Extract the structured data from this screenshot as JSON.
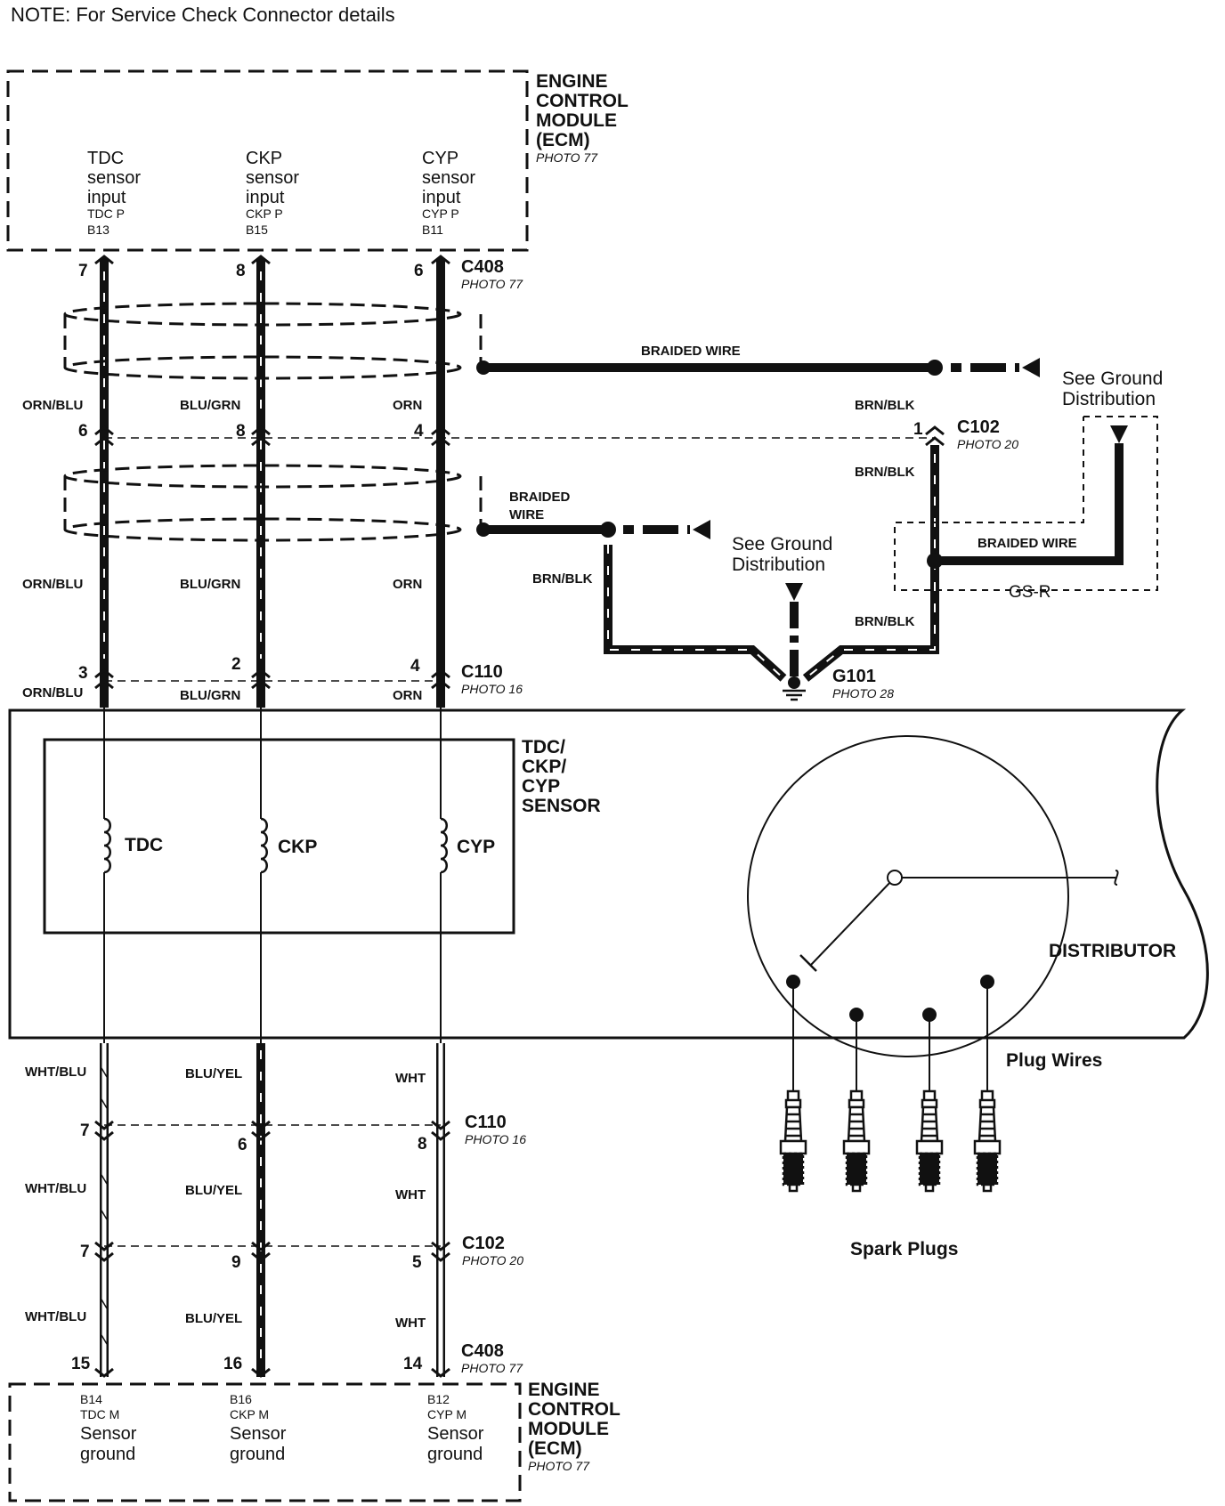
{
  "note": "NOTE: For Service Check Connector details",
  "ecm_top": {
    "title": [
      "ENGINE",
      "CONTROL",
      "MODULE",
      "(ECM)"
    ],
    "photo": "PHOTO 77",
    "inputs": [
      {
        "name": [
          "TDC",
          "sensor",
          "input"
        ],
        "signal": "TDC P",
        "terminal": "B13"
      },
      {
        "name": [
          "CKP",
          "sensor",
          "input"
        ],
        "signal": "CKP P",
        "terminal": "B15"
      },
      {
        "name": [
          "CYP",
          "sensor",
          "input"
        ],
        "signal": "CYP P",
        "terminal": "B11"
      }
    ]
  },
  "ecm_bottom": {
    "title": [
      "ENGINE",
      "CONTROL",
      "MODULE",
      "(ECM)"
    ],
    "photo": "PHOTO 77",
    "grounds": [
      {
        "terminal": "B14",
        "signal": "TDC M",
        "name": [
          "Sensor",
          "ground"
        ]
      },
      {
        "terminal": "B16",
        "signal": "CKP M",
        "name": [
          "Sensor",
          "ground"
        ]
      },
      {
        "terminal": "B12",
        "signal": "CYP M",
        "name": [
          "Sensor",
          "ground"
        ]
      }
    ]
  },
  "connectors": {
    "c408_top": {
      "label": "C408",
      "photo": "PHOTO 77",
      "pins": [
        "7",
        "8",
        "6"
      ]
    },
    "c102_top": {
      "label": "C102",
      "photo": "PHOTO 20",
      "pins": [
        "6",
        "8",
        "4"
      ],
      "shield_pin": "1"
    },
    "c110_top": {
      "label": "C110",
      "photo": "PHOTO 16",
      "pins": [
        "3",
        "2",
        "4"
      ]
    },
    "c110_bottom": {
      "label": "C110",
      "photo": "PHOTO 16",
      "pins": [
        "7",
        "6",
        "8"
      ]
    },
    "c102_bottom": {
      "label": "C102",
      "photo": "PHOTO 20",
      "pins": [
        "7",
        "9",
        "5"
      ]
    },
    "c408_bottom": {
      "label": "C408",
      "photo": "PHOTO 77",
      "pins": [
        "15",
        "16",
        "14"
      ]
    }
  },
  "wire_colors": {
    "top": [
      "ORN/BLU",
      "BLU/GRN",
      "ORN"
    ],
    "bottom": [
      "WHT/BLU",
      "BLU/YEL",
      "WHT"
    ],
    "shield": "BRN/BLK"
  },
  "braided_wire_label": "BRAIDED WIRE",
  "braided_wire_label_split": [
    "BRAIDED",
    "WIRE"
  ],
  "ground_note": [
    "See Ground",
    "Distribution"
  ],
  "ground_g101": {
    "label": "G101",
    "photo": "PHOTO 28"
  },
  "gsr_label": "GS-R",
  "sensor": {
    "title": [
      "TDC/",
      "CKP/",
      "CYP",
      "SENSOR"
    ],
    "coils": [
      "TDC",
      "CKP",
      "CYP"
    ]
  },
  "distributor_label": "DISTRIBUTOR",
  "plug_wires_label": "Plug Wires",
  "spark_plugs_label": "Spark Plugs"
}
